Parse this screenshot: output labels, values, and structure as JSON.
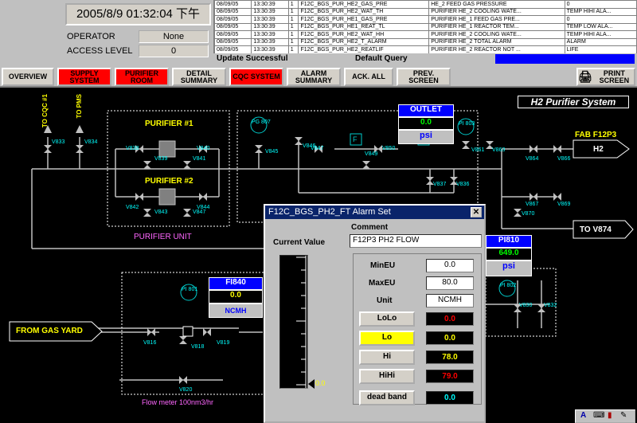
{
  "header": {
    "datetime": "2005/8/9  01:32:04 下午",
    "operator_label": "OPERATOR",
    "operator_value": "None",
    "access_label": "ACCESS LEVEL",
    "access_value": "0",
    "status": "Update Successful",
    "query": "Default Query"
  },
  "alarms": [
    [
      "08/09/05",
      "13:30:39",
      "1",
      "F12C_BGS_PUR_HE2_GAS_PRE",
      "HE_2 FEED GAS PRESSURE",
      "0"
    ],
    [
      "08/09/05",
      "13:30:39",
      "1",
      "F12C_BGS_PUR_HE2_WAT_TH",
      "PURIFIER HE_2 COOLING WATE...",
      "TEMP HIHI ALA..."
    ],
    [
      "08/09/05",
      "13:30:39",
      "1",
      "F12C_BGS_PUR_HE1_GAS_PRE",
      "PURIFIER HE_1 FEED GAS PRE...",
      "0"
    ],
    [
      "08/09/05",
      "13:30:39",
      "1",
      "F12C_BGS_PUR_HE1_REAT_TL",
      "PURIFIER HE_1 REACTOR TEM...",
      "TEMP LOW ALA..."
    ],
    [
      "08/09/05",
      "13:30:39",
      "1",
      "F12C_BGS_PUR_HE2_WAT_HH",
      "PURIFIER HE_2 COOLING WATE...",
      "TEMP HIHI ALA..."
    ],
    [
      "08/09/05",
      "13:30:39",
      "1",
      "F12C_BGS_PUR_HE2_T_ALARM",
      "PURIFIER HE_2 TOTAL ALARM",
      "ALARM"
    ],
    [
      "08/09/05",
      "13:30:39",
      "1",
      "F12C_BGS_PUR_HE2_REATLIF",
      "PURIFIER HE_2 REACTOR NOT ...",
      "LIFE"
    ]
  ],
  "nav": {
    "overview": "OVERVIEW",
    "supply": "SUPPLY SYSTEM",
    "purifier_room": "PURIFIER ROOM",
    "detail": "DETAIL SUMMARY",
    "cqc": "CQC SYSTEM",
    "alarm_summary": "ALARM SUMMARY",
    "ack_all": "ACK. ALL",
    "prev": "PREV. SCREEN",
    "print": "PRINT SCREEN"
  },
  "schematic": {
    "title": "H2 Purifier System",
    "to_cqc": "TO CQC #1",
    "to_pms": "TO PMS",
    "purifier1": "PURIFIER #1",
    "purifier2": "PURIFIER #2",
    "purifier_unit": "PURIFIER UNIT",
    "fab": "FAB F12P3",
    "h2": "H2",
    "to_v874": "TO V874",
    "from_gas_yard": "FROM GAS YARD",
    "flow_meter": "Flow meter 100nm3/hr",
    "outlet": {
      "label": "OUTLET",
      "value": "0.0",
      "unit": "psi"
    },
    "pi810": {
      "label": "PI810",
      "value": "649.0",
      "unit": "psi"
    },
    "fi840": {
      "label": "FI840",
      "value": "0.0",
      "unit": "NCMH"
    },
    "valves": [
      "V833",
      "V834",
      "V838",
      "V839",
      "V841",
      "V840",
      "V842",
      "V843",
      "V847",
      "V844",
      "V845",
      "V846",
      "V847",
      "V849",
      "V850",
      "V861",
      "V863",
      "V837",
      "V836",
      "V864",
      "V866",
      "V867",
      "V869",
      "V870",
      "V816",
      "V818",
      "V819",
      "V820",
      "V830",
      "V832"
    ],
    "instruments": [
      "PG 807",
      "PI 803",
      "PI 801",
      "PI 802"
    ],
    "f_label": "F"
  },
  "dialog": {
    "title": "F12C_BGS_PH2_FT  Alarm Set",
    "comment_label": "Comment",
    "comment": "F12P3 PH2 FLOW",
    "current_label": "Current Value",
    "current_value": "0.0",
    "min_label": "MinEU",
    "min": "0.0",
    "max_label": "MaxEU",
    "max": "80.0",
    "unit_label": "Unit",
    "unit": "NCMH",
    "lolo_label": "LoLo",
    "lolo": "0.0",
    "lo_label": "Lo",
    "lo": "0.0",
    "hi_label": "Hi",
    "hi": "78.0",
    "hihi_label": "HiHi",
    "hihi": "79.0",
    "deadband_label": "dead band",
    "deadband": "0.0"
  }
}
